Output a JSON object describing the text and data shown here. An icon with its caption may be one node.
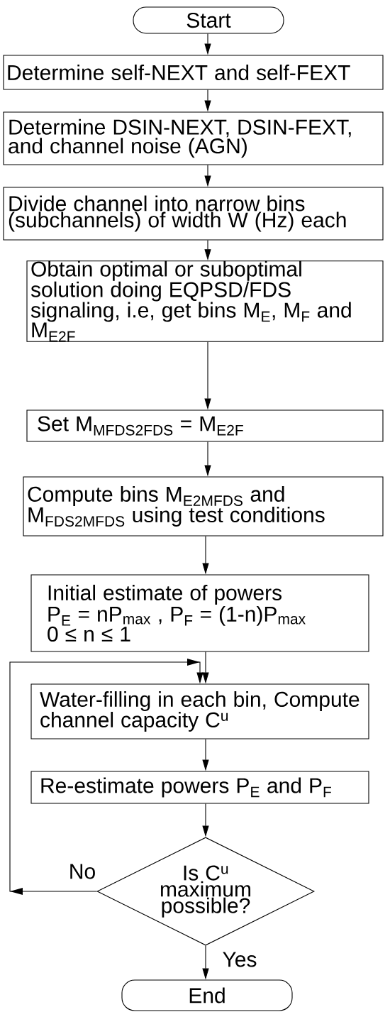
{
  "diagram": {
    "nodes": [
      {
        "text": [
          "Start"
        ]
      },
      {
        "text": [
          "Determine self-NEXT and self-FEXT"
        ]
      },
      {
        "text": [
          "Determine DSIN-NEXT, DSIN-FEXT, and channel noise (AGN)"
        ]
      },
      {
        "text": [
          "Divide channel into narrow bins (subchannels) of width W (Hz) each"
        ]
      },
      {
        "text": [
          "Obtain optimal or suboptimal solution doing EQPSD/FDS signaling, i.e, get bins M$_{E}$, M$_{F}$ and M$_{E2F}$"
        ]
      },
      {
        "text": [
          "Set M$_{MFDS2FDS}$ = M$_{E2F}$"
        ]
      },
      {
        "text": [
          "Compute bins M$_{E2MFDS}$ and M$_{FDS2MFDS}$ using test conditions"
        ]
      },
      {
        "text": [
          "Initial estimate of powers",
          "P$_{E}$ = nP$_{max}$ , P$_{F}$ = (1-n)P$_{max}$",
          "0 ≤ n ≤ 1"
        ]
      },
      {
        "text": [
          "Water-filling in each bin, Compute channel capacity C$^{u}$"
        ]
      },
      {
        "text": [
          "Re-estimate powers P$_{E}$ and P$_{F}$"
        ]
      },
      {
        "text": [
          "Is C$^{u}$ maximum possible?"
        ]
      },
      {
        "text": [
          "End"
        ]
      }
    ],
    "edges": [
      {
        "from": 0,
        "to": 1,
        "arrow": "to"
      },
      {
        "from": 1,
        "to": 2,
        "arrow": "to"
      },
      {
        "from": 2,
        "to": 3,
        "arrow": "to"
      },
      {
        "from": 3,
        "to": 4,
        "arrow": "to"
      },
      {
        "from": 4,
        "to": 5,
        "arrow": "to"
      },
      {
        "from": 5,
        "to": 6,
        "arrow": "to"
      },
      {
        "from": 6,
        "to": 7,
        "arrow": "to"
      },
      {
        "from": 7,
        "to": 8,
        "arrow": "to"
      },
      {
        "from": 8,
        "to": 9,
        "arrow": "to"
      },
      {
        "from": 9,
        "to": 10,
        "arrow": "to"
      },
      {
        "from": 10,
        "to": 8,
        "arrow": "to",
        "label": "No"
      },
      {
        "from": 10,
        "to": 11,
        "arrow": "to",
        "label": "Yes"
      }
    ]
  }
}
